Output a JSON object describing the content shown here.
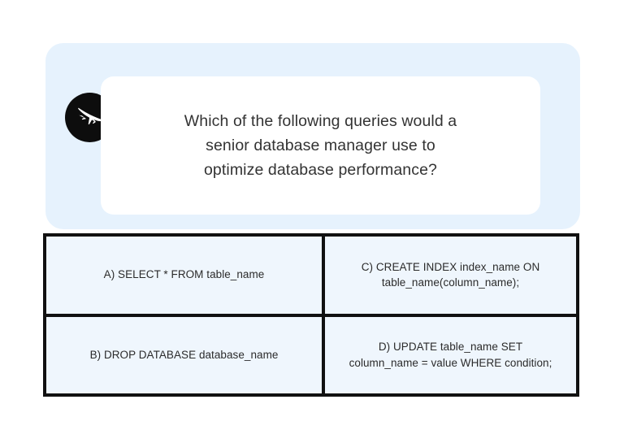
{
  "slide": {
    "background_color": "#ffffff",
    "panel_color": "#e6f2fd",
    "card_color": "#ffffff",
    "cell_color": "#eff6fd",
    "border_color": "#111111",
    "badge_color": "#0d0d0d"
  },
  "brand": {
    "icon": "glider-icon",
    "icon_label": "glider"
  },
  "question": {
    "text": "Which of the following queries would a\nsenior database manager use to\noptimize database performance?"
  },
  "answers": [
    {
      "key": "A",
      "text": "A) SELECT * FROM table_name"
    },
    {
      "key": "C",
      "text": "C) CREATE INDEX index_name ON\ntable_name(column_name);"
    },
    {
      "key": "B",
      "text": "B) DROP DATABASE database_name"
    },
    {
      "key": "D",
      "text": "D) UPDATE table_name SET\ncolumn_name = value WHERE condition;"
    }
  ]
}
